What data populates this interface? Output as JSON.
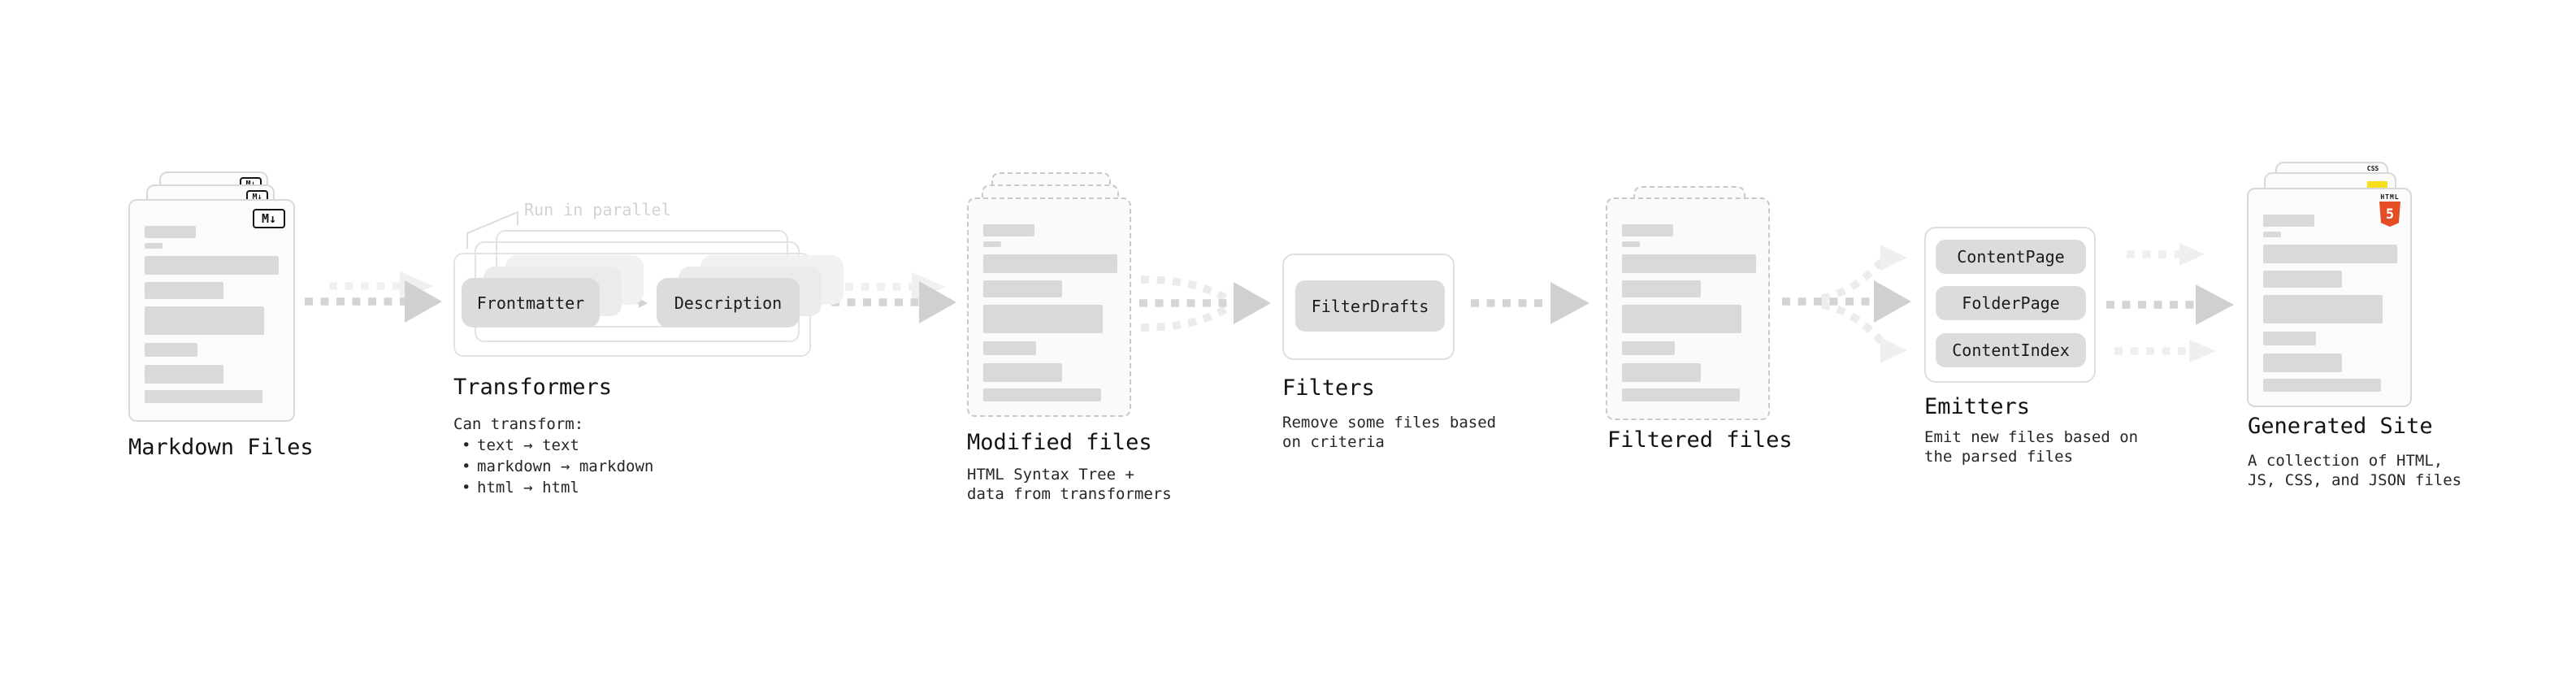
{
  "stages": {
    "markdown": {
      "title": "Markdown Files"
    },
    "transformers": {
      "title": "Transformers",
      "annotation": "Run in parallel",
      "box_left": "Frontmatter",
      "box_right": "Description",
      "intro": "Can transform:",
      "bullet1": "text → text",
      "bullet2": "markdown → markdown",
      "bullet3": "html → html"
    },
    "modified": {
      "title": "Modified files",
      "sub1": "HTML Syntax Tree +",
      "sub2": "data from transformers"
    },
    "filters": {
      "title": "Filters",
      "box1": "FilterDrafts",
      "sub1": "Remove some files based",
      "sub2": "on criteria"
    },
    "filtered": {
      "title": "Filtered files"
    },
    "emitters": {
      "title": "Emitters",
      "box1": "ContentPage",
      "box2": "FolderPage",
      "box3": "ContentIndex",
      "sub1": "Emit new files based on",
      "sub2": "the parsed files"
    },
    "generated": {
      "title": "Generated Site",
      "sub1": "A collection of HTML,",
      "sub2": "JS, CSS, and JSON files"
    }
  },
  "bullet_char": "•",
  "icons": {
    "markdown": "M↓",
    "html5_text": "HTML",
    "html5_number": "5",
    "css_text": "CSS"
  },
  "colors": {
    "arrow": "#d0d0d0",
    "arrow_faint": "#efefef",
    "card_border": "#d9d9d9",
    "dashed_border": "#c9c9c9",
    "skeleton": "#d9d9d9",
    "pill_bg": "#dcdcdc",
    "annotation_gray": "#d2d2d2",
    "html5_orange": "#e44d26",
    "js_yellow": "#f7df1e",
    "css_blue": "#2965f1"
  }
}
